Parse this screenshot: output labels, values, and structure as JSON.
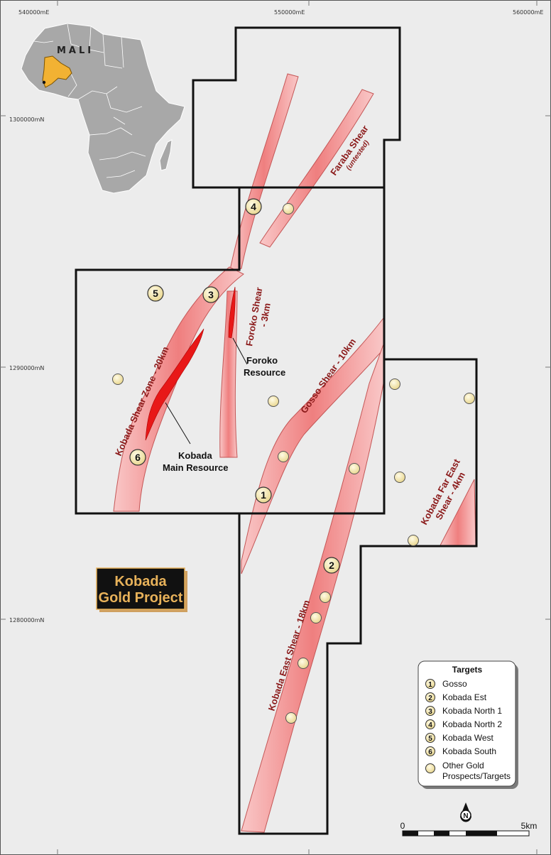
{
  "grid": {
    "eastings": [
      "540000mE",
      "550000mE",
      "560000mE"
    ],
    "northings": [
      "1300000mN",
      "1290000mN",
      "1280000mN"
    ]
  },
  "inset": {
    "country_label": "MALI"
  },
  "shears": {
    "faraba": {
      "name": "Faraba Shear",
      "note": "(untested)"
    },
    "foroko": {
      "line1": "Foroko Shear",
      "line2": "- 3km"
    },
    "kobada": {
      "name": "Kobada Shear Zone - 20km"
    },
    "gosso": {
      "name": "Gosso Shear - 10km"
    },
    "kobada_east": {
      "name": "Kobada East Shear - 18km"
    },
    "far_east": {
      "line1": "Kobada Far East",
      "line2": "Shear - 4km"
    }
  },
  "resources": {
    "foroko": {
      "line1": "Foroko",
      "line2": "Resource"
    },
    "kobada": {
      "line1": "Kobada",
      "line2": "Main Resource"
    }
  },
  "target_markers": [
    {
      "number": "1",
      "name": "Gosso"
    },
    {
      "number": "2",
      "name": "Kobada Est"
    },
    {
      "number": "3",
      "name": "Kobada North 1"
    },
    {
      "number": "4",
      "name": "Kobada North 2"
    },
    {
      "number": "5",
      "name": "Kobada West"
    },
    {
      "number": "6",
      "name": "Kobada South"
    }
  ],
  "title": {
    "line1": "Kobada",
    "line2": "Gold Project"
  },
  "legend": {
    "title": "Targets",
    "items": [
      "Gosso",
      "Kobada Est",
      "Kobada North 1",
      "Kobada North 2",
      "Kobada West",
      "Kobada South"
    ],
    "other_line1": "Other Gold",
    "other_line2": "Prospects/Targets"
  },
  "north_arrow": "N",
  "scale_bar": {
    "start": "0",
    "end": "5km"
  },
  "colors": {
    "background": "#ececec",
    "shear_fill": "#f08a8a",
    "shear_edge": "#b84a4a",
    "resource": "#e81818",
    "prospect": "#f7eab0",
    "mali": "#f2b233",
    "title_bg": "#111111",
    "title_text": "#e8b25a"
  }
}
